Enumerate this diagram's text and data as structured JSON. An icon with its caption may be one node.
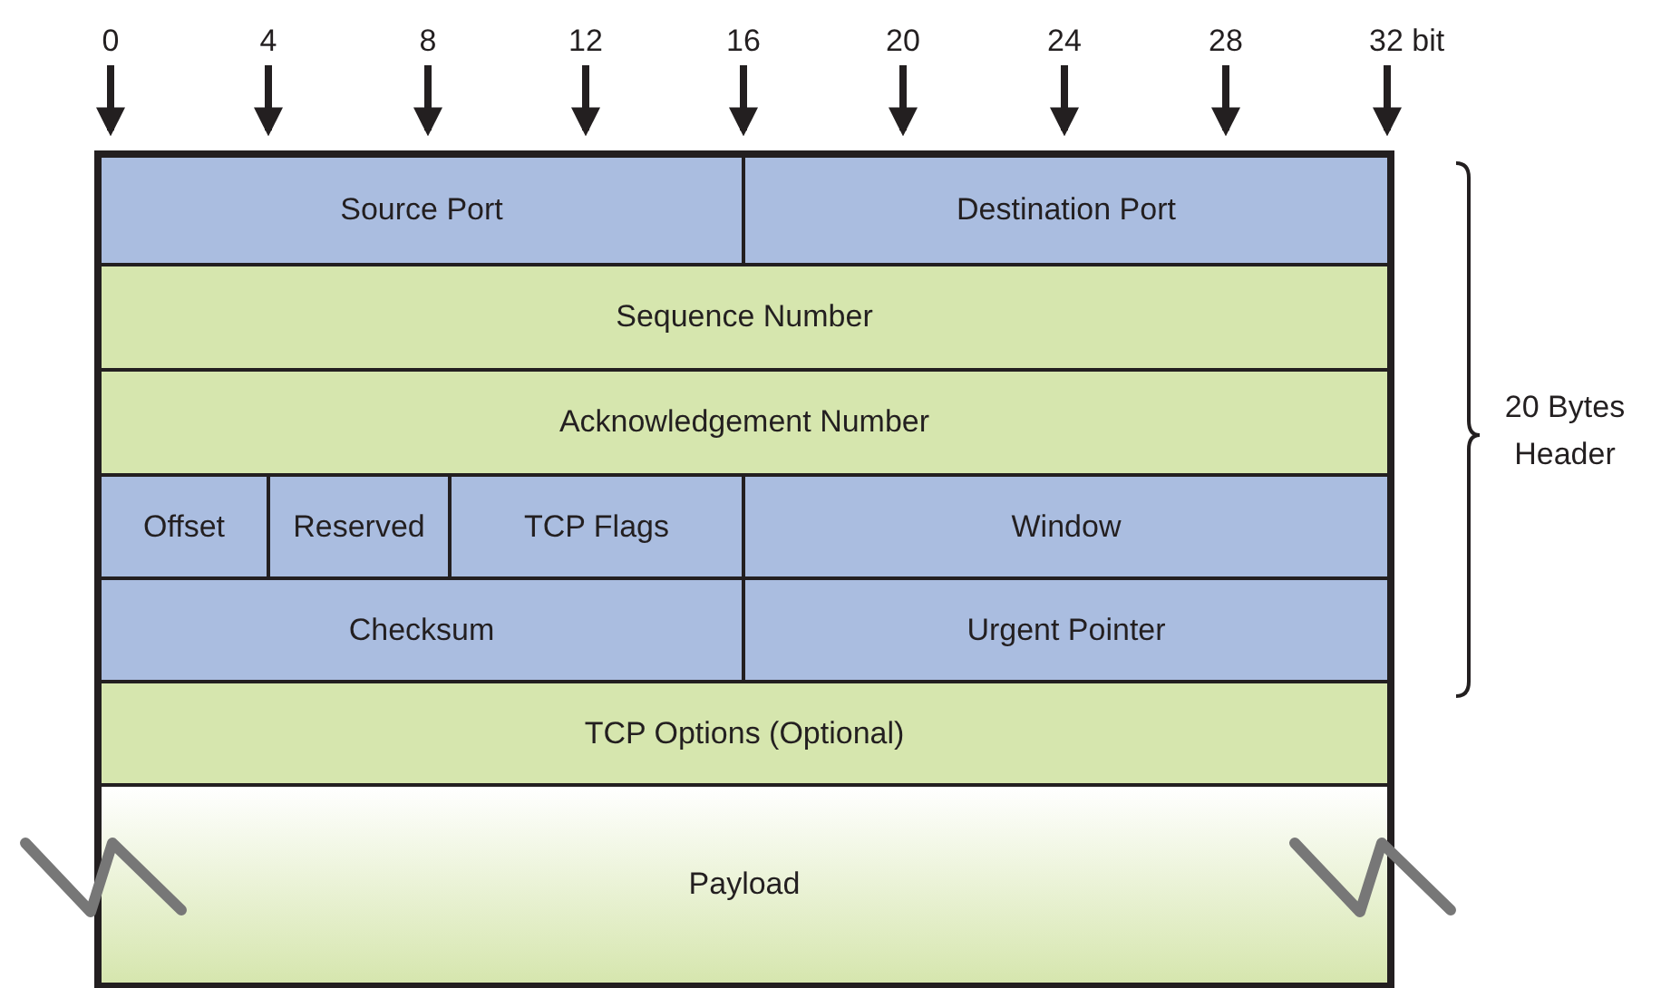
{
  "diagram": {
    "nodes": [
      {
        "text": [
          "Source Port"
        ]
      },
      {
        "text": [
          "Destination Port"
        ]
      },
      {
        "text": [
          "Sequence Number"
        ]
      },
      {
        "text": [
          "Acknowledgement Number"
        ]
      },
      {
        "text": [
          "Offset"
        ]
      },
      {
        "text": [
          "Reserved"
        ]
      },
      {
        "text": [
          "TCP Flags"
        ]
      },
      {
        "text": [
          "Window"
        ]
      },
      {
        "text": [
          "Checksum"
        ]
      },
      {
        "text": [
          "Urgent Pointer"
        ]
      },
      {
        "text": [
          "TCP Options (Optional)"
        ]
      },
      {
        "text": [
          "Payload"
        ]
      }
    ],
    "labels": [
      "0",
      "4",
      "8",
      "12",
      "16",
      "20",
      "24",
      "28",
      "32 bit",
      "20 Bytes Header"
    ]
  }
}
